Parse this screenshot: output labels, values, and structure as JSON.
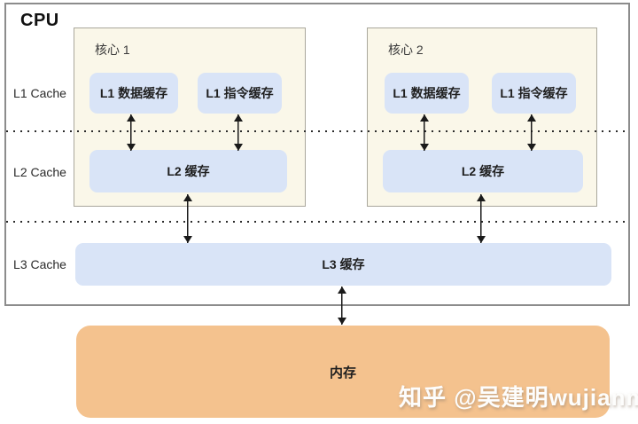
{
  "cpu": {
    "label": "CPU",
    "row_labels": [
      {
        "label": "L1 Cache"
      },
      {
        "label": "L2 Cache"
      },
      {
        "label": "L3 Cache"
      }
    ],
    "cores": [
      {
        "title": "核心 1",
        "l1_data_label": "L1 数据缓存",
        "l1_instruction_label": "L1 指令缓存",
        "l2_label": "L2 缓存"
      },
      {
        "title": "核心 2",
        "l1_data_label": "L1 数据缓存",
        "l1_instruction_label": "L1 指令缓存",
        "l2_label": "L2 缓存"
      }
    ],
    "l3_label": "L3 缓存"
  },
  "memory": {
    "label": "内存"
  },
  "watermark": {
    "text": "知乎 @吴建明wujianming"
  },
  "colors": {
    "core_background": "#faf7e9",
    "cache_fill": "#d9e4f7",
    "memory_fill": "#f4c28e",
    "outline_gray": "#8c8c8c",
    "arrow_black": "#1a1a1a"
  }
}
